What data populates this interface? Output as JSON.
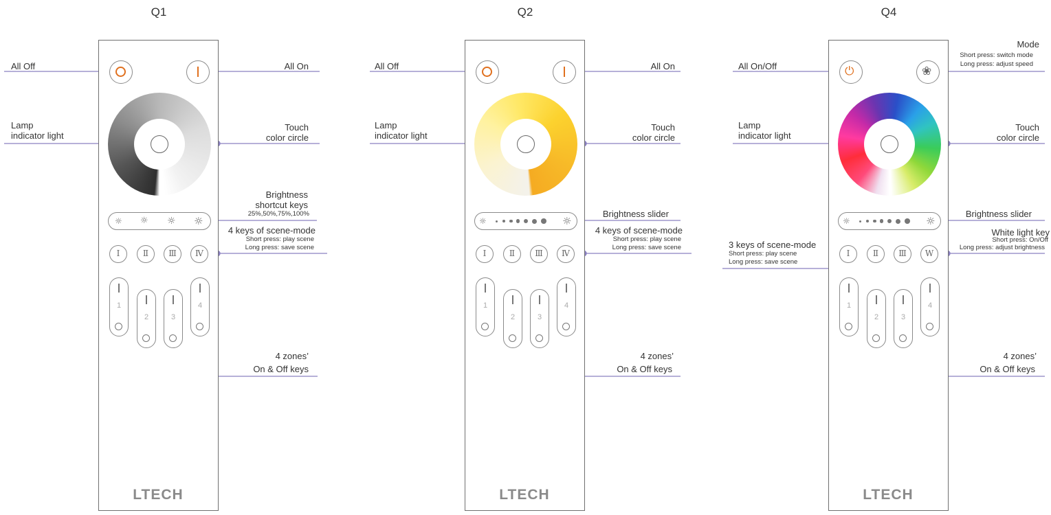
{
  "remotes": [
    {
      "title": "Q1",
      "brand": "LTECH",
      "wheel": "grayscale",
      "slider": "shortcut",
      "scenes": [
        "Ⅰ",
        "Ⅱ",
        "Ⅲ",
        "Ⅳ"
      ],
      "zones": [
        "1",
        "2",
        "3",
        "4"
      ],
      "labels": {
        "top_left": "All Off",
        "top_right": "All On",
        "lamp": [
          "Lamp",
          "indicator light"
        ],
        "touch": [
          "Touch",
          "color circle"
        ],
        "brightness": [
          "Brightness",
          "shortcut keys",
          "25%,50%,75%,100%"
        ],
        "scene_title": "4 keys of scene-mode",
        "scene_short": "Short press: play scene",
        "scene_long": "Long press: save scene",
        "zones": [
          "4 zones’",
          "On & Off keys"
        ]
      }
    },
    {
      "title": "Q2",
      "brand": "LTECH",
      "wheel": "warm",
      "slider": "dots",
      "scenes": [
        "Ⅰ",
        "Ⅱ",
        "Ⅲ",
        "Ⅳ"
      ],
      "zones": [
        "1",
        "2",
        "3",
        "4"
      ],
      "labels": {
        "top_left": "All Off",
        "top_right": "All On",
        "lamp": [
          "Lamp",
          "indicator light"
        ],
        "touch": [
          "Touch",
          "color circle"
        ],
        "brightness": [
          "Brightness slider"
        ],
        "scene_title": "4 keys of scene-mode",
        "scene_short": "Short press: play scene",
        "scene_long": "Long press: save scene",
        "zones": [
          "4 zones’",
          "On & Off keys"
        ]
      }
    },
    {
      "title": "Q4",
      "brand": "LTECH",
      "wheel": "rgb",
      "slider": "dots",
      "scenes": [
        "Ⅰ",
        "Ⅱ",
        "Ⅲ",
        "W"
      ],
      "zones": [
        "1",
        "2",
        "3",
        "4"
      ],
      "labels": {
        "top_left": "All On/Off",
        "mode_title": "Mode",
        "mode_short": "Short press: switch mode",
        "mode_long": "Long press: adjust speed",
        "lamp": [
          "Lamp",
          "indicator light"
        ],
        "touch": [
          "Touch",
          "color circle"
        ],
        "brightness": [
          "Brightness slider"
        ],
        "white_title": "White light key",
        "white_short": "Short press: On/Off",
        "white_long": "Long press: adjust brightness",
        "scene_title": "3 keys of scene-mode",
        "scene_short": "Short press: play scene",
        "scene_long": "Long press: save scene",
        "zones": [
          "4 zones’",
          "On & Off keys"
        ]
      }
    }
  ],
  "colors": {
    "leader": "#8a80c0",
    "accent": "#e0701e",
    "outline": "#8a8a8a"
  },
  "icons": {
    "off": "ring-icon",
    "on": "bar-icon",
    "power": "power-icon",
    "mode": "flower-icon",
    "brightness": "sun-icon"
  }
}
